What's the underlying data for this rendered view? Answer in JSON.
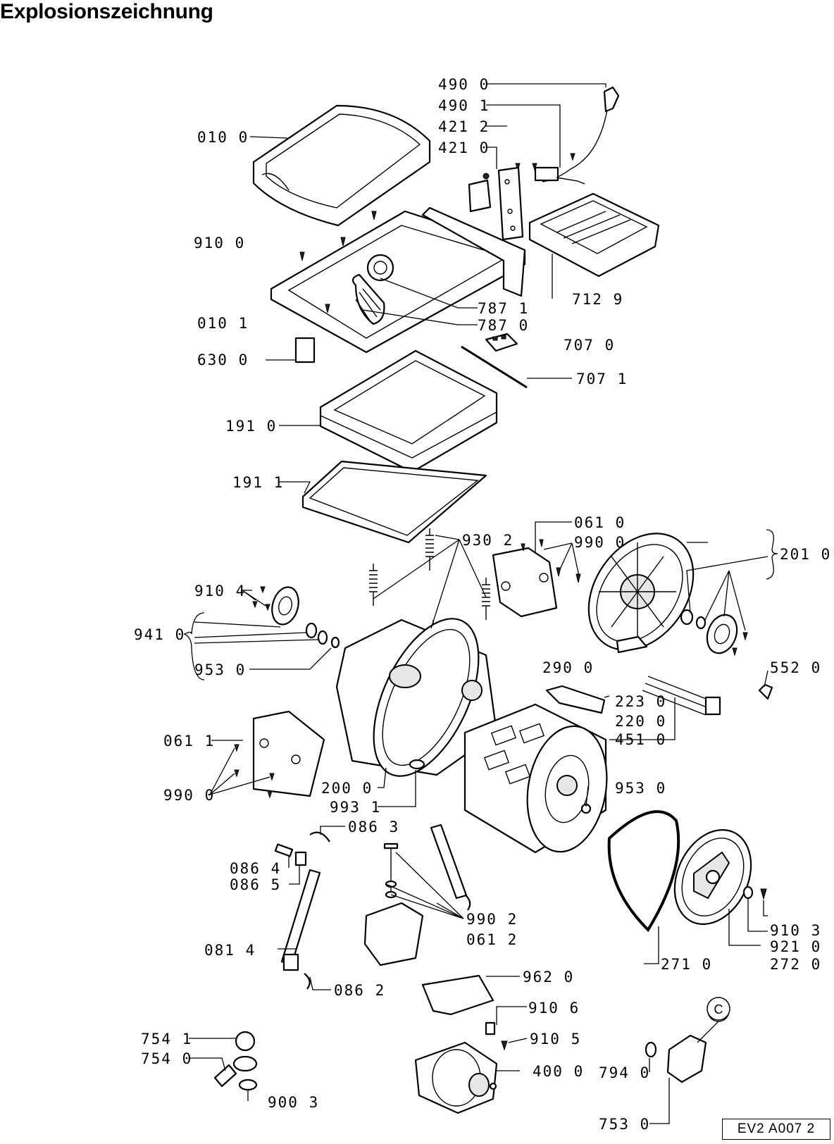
{
  "title": "Explosionszeichnung",
  "reference_code": "EV2 A007 2",
  "callout_marker": "C",
  "labels": {
    "p4900": "490 0",
    "p4901": "490 1",
    "p4212": "421 2",
    "p4210": "421 0",
    "p0100": "010 0",
    "p9100": "910 0",
    "p7129": "712 9",
    "p7871": "787 1",
    "p7870": "787 0",
    "p0101": "010 1",
    "p7070": "707 0",
    "p6300": "630 0",
    "p7071": "707 1",
    "p1910": "191 0",
    "p1911": "191 1",
    "p0610": "061 0",
    "p9302": "930 2",
    "p9900a": "990 0",
    "p2010": "201 0",
    "p9104": "910 4",
    "p9410": "941 0",
    "p9530a": "953 0",
    "p2900": "290 0",
    "p5520": "552 0",
    "p2230": "223 0",
    "p2200": "220 0",
    "p4510": "451 0",
    "p0611": "061 1",
    "p9900b": "990 0",
    "p2000": "200 0",
    "p9530b": "953 0",
    "p9931": "993 1",
    "p0863": "086 3",
    "p0864": "086 4",
    "p0865": "086 5",
    "p9902": "990 2",
    "p0612": "061 2",
    "p9103": "910 3",
    "p9210": "921 0",
    "p0814": "081 4",
    "p2710": "271 0",
    "p2720": "272 0",
    "p0862": "086 2",
    "p9620": "962 0",
    "p9106": "910 6",
    "p7541": "754 1",
    "p9105": "910 5",
    "p7540": "754 0",
    "p4000": "400 0",
    "p7940": "794 0",
    "p9003": "900 3",
    "p7530": "753 0"
  }
}
